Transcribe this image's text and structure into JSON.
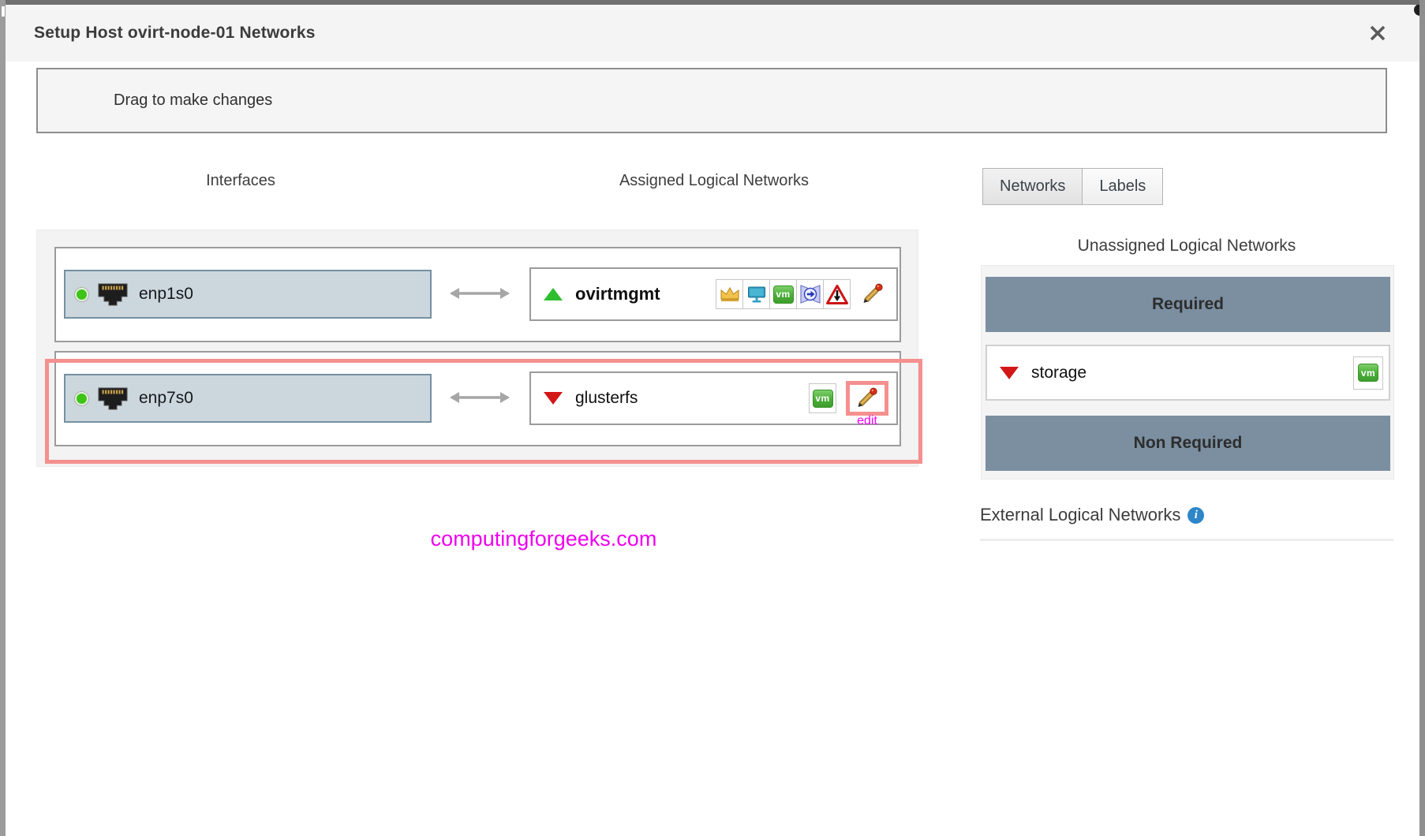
{
  "dialog": {
    "title": "Setup Host ovirt-node-01 Networks",
    "drag_hint": "Drag to make changes"
  },
  "columns": {
    "interfaces": "Interfaces",
    "assigned": "Assigned Logical Networks"
  },
  "interfaces": [
    {
      "name": "enp1s0",
      "status": "up"
    },
    {
      "name": "enp7s0",
      "status": "up"
    }
  ],
  "assigned_networks": [
    {
      "name": "ovirtmgmt",
      "status": "up",
      "badges": [
        "management-icon",
        "display-icon",
        "vm-icon",
        "migration-icon",
        "default-route-icon"
      ]
    },
    {
      "name": "glusterfs",
      "status": "down",
      "badges": [
        "vm-icon"
      ],
      "edit_annotation": "edit"
    }
  ],
  "right_panel": {
    "tabs": [
      {
        "label": "Networks",
        "active": true
      },
      {
        "label": "Labels",
        "active": false
      }
    ],
    "unassigned_title": "Unassigned Logical Networks",
    "required_label": "Required",
    "non_required_label": "Non Required",
    "networks": [
      {
        "name": "storage",
        "status": "down",
        "badges": [
          "vm-icon"
        ]
      }
    ],
    "external_title": "External Logical Networks"
  },
  "badges": {
    "vm_label": "vm"
  },
  "watermark": "computingforgeeks.com",
  "colors": {
    "slate_header": "#7b8fa1",
    "annotation_pink": "#f4908e",
    "watermark_magenta": "#ee00ee",
    "edit_label_magenta": "#ff00ff",
    "interface_box": "#ccd7dd",
    "interface_border": "#7590a2",
    "status_up_green": "#2ebe2e",
    "status_down_red": "#d31717"
  }
}
